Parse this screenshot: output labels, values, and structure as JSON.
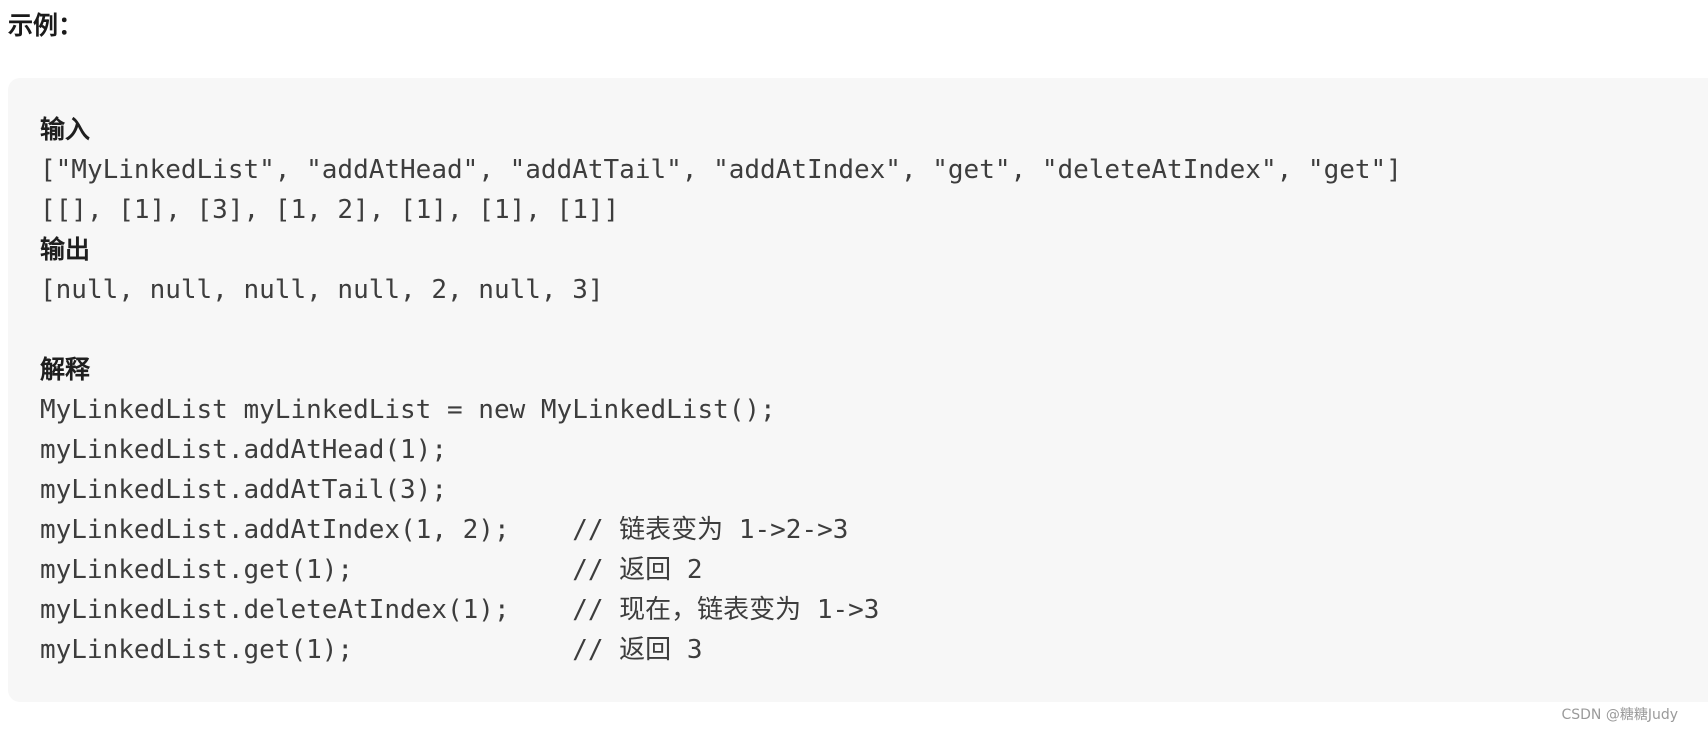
{
  "heading": "示例：",
  "example": {
    "input_label": "输入",
    "input_methods": "[\"MyLinkedList\", \"addAtHead\", \"addAtTail\", \"addAtIndex\", \"get\", \"deleteAtIndex\", \"get\"]",
    "input_args": "[[], [1], [3], [1, 2], [1], [1], [1]]",
    "output_label": "输出",
    "output_value": "[null, null, null, null, 2, null, 3]",
    "explanation_label": "解释",
    "lines": [
      {
        "code": "MyLinkedList myLinkedList = new MyLinkedList();",
        "comment": ""
      },
      {
        "code": "myLinkedList.addAtHead(1);",
        "comment": ""
      },
      {
        "code": "myLinkedList.addAtTail(3);",
        "comment": ""
      },
      {
        "code": "myLinkedList.addAtIndex(1, 2);    ",
        "comment": "// 链表变为 1->2->3"
      },
      {
        "code": "myLinkedList.get(1);              ",
        "comment": "// 返回 2"
      },
      {
        "code": "myLinkedList.deleteAtIndex(1);    ",
        "comment": "// 现在，链表变为 1->3"
      },
      {
        "code": "myLinkedList.get(1);              ",
        "comment": "// 返回 3"
      }
    ]
  },
  "watermark": "CSDN @糖糖Judy"
}
